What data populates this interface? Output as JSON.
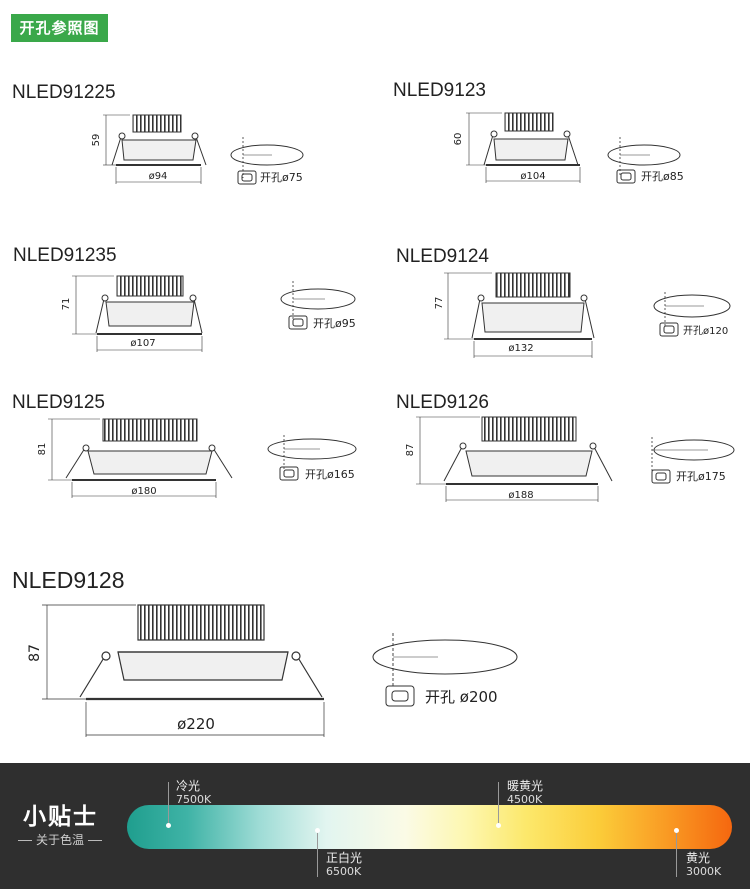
{
  "header": {
    "badge": "开孔参照图"
  },
  "models": [
    {
      "name": "NLED91225",
      "height": "59",
      "width": "ø94",
      "cutout": "开孔ø75"
    },
    {
      "name": "NLED9123",
      "height": "60",
      "width": "ø104",
      "cutout": "开孔ø85"
    },
    {
      "name": "NLED91235",
      "height": "71",
      "width": "ø107",
      "cutout": "开孔ø95"
    },
    {
      "name": "NLED9124",
      "height": "77",
      "width": "ø132",
      "cutout": "开孔ø120"
    },
    {
      "name": "NLED9125",
      "height": "81",
      "width": "ø180",
      "cutout": "开孔ø165"
    },
    {
      "name": "NLED9126",
      "height": "87",
      "width": "ø188",
      "cutout": "开孔ø175"
    },
    {
      "name": "NLED9128",
      "height": "87",
      "width": "ø220",
      "cutout": "开孔 ø200"
    }
  ],
  "tips": {
    "title": "小贴士",
    "subtitle": "关于色温",
    "points": [
      {
        "name": "冷光",
        "kelvin": "7500K"
      },
      {
        "name": "正白光",
        "kelvin": "6500K"
      },
      {
        "name": "暖黄光",
        "kelvin": "4500K"
      },
      {
        "name": "黄光",
        "kelvin": "3000K"
      }
    ]
  }
}
